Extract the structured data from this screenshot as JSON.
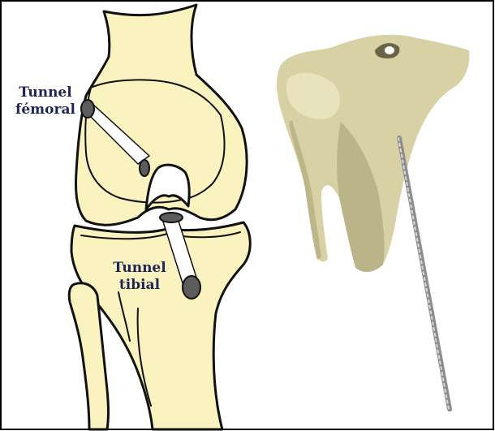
{
  "labels": {
    "femoral_line1": "Tunnel",
    "femoral_line2": "fémoral",
    "tibial_line1": "Tunnel",
    "tibial_line2": "tibial"
  },
  "colors": {
    "bone_fill": "#faf3bf",
    "bone_outline": "#111111",
    "tunnel_fill": "#5c5c5c",
    "label_text": "#1f2456",
    "photo_bone": "#d8d1a6",
    "photo_bone_shadow": "#a39c6f",
    "guide_wire": "#b9b9b9"
  }
}
